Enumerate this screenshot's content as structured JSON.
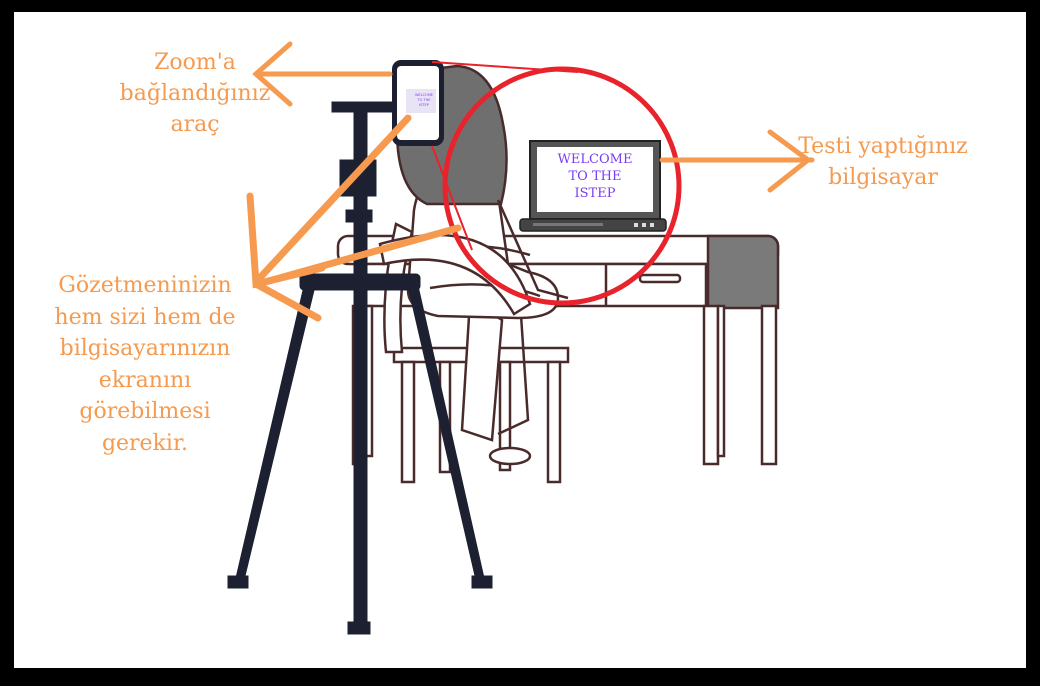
{
  "labels": {
    "zoom_device": [
      "Zoom'a",
      "bağlandığınız",
      "araç"
    ],
    "test_computer": [
      "Testi yaptığınız",
      "bilgisayar"
    ],
    "proctor_note": [
      "Gözetmeninizin",
      "hem sizi hem de",
      "bilgisayarınızın",
      "ekranını",
      "görebilmesi",
      "gerekir."
    ]
  },
  "laptop_screen": [
    "WELCOME",
    "TO THE",
    "ISTEP"
  ],
  "phone_screen": [
    "WELCOME",
    "TO THE",
    "ISTEP"
  ],
  "colors": {
    "label": "#f59a4e",
    "arrow": "#f59a4e",
    "highlight_circle": "#e8232b",
    "screen_text": "#7a3df0",
    "outline": "#4a2b2b",
    "tripod": "#1c2030",
    "hair": "#6f6f6f"
  }
}
